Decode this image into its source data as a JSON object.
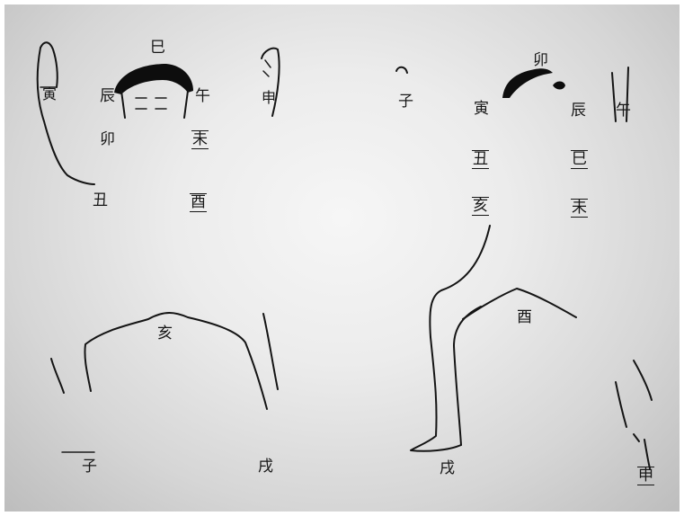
{
  "left_palm": {
    "glyphs": {
      "si": "巳",
      "wu": "午",
      "chen": "辰",
      "mao": "卯",
      "wei": "未",
      "chou": "丑",
      "you": "酉",
      "yin": "寅",
      "shen": "申"
    }
  },
  "middle": {
    "zi": "子"
  },
  "right_palm": {
    "glyphs": {
      "mao": "卯",
      "wu": "午",
      "yin": "寅",
      "chen": "辰",
      "chou": "丑",
      "si": "巳",
      "hai": "亥",
      "wei": "未"
    }
  },
  "left_lower": {
    "hai": "亥",
    "zi": "子",
    "xu": "戌"
  },
  "right_lower": {
    "you": "酉",
    "xu": "戌",
    "shen": "申"
  }
}
